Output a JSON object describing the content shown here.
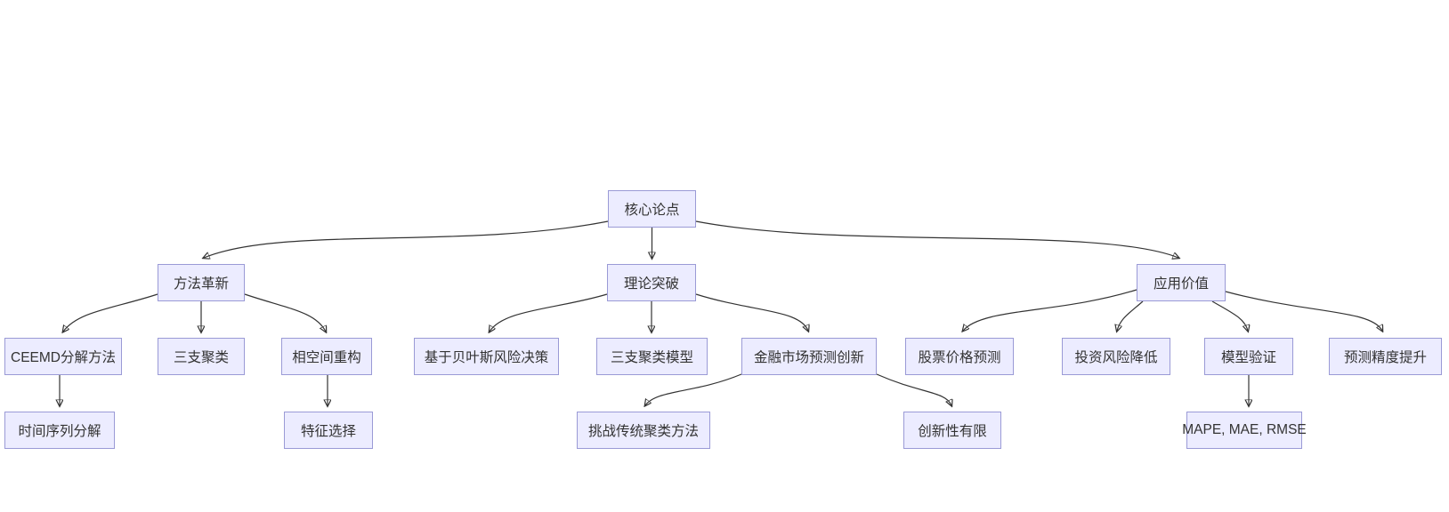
{
  "diagram": {
    "type": "flowchart-tree",
    "background_color": "#FFFFFF",
    "node_fill_color": "#ECECFF",
    "node_border_color": "#9A9AD6",
    "edge_color": "#333333",
    "text_color": "#333333",
    "nodes": {
      "core": {
        "label": "核心论点"
      },
      "method": {
        "label": "方法革新"
      },
      "theory": {
        "label": "理论突破"
      },
      "application": {
        "label": "应用价值"
      },
      "ceemd": {
        "label": "CEEMD分解方法"
      },
      "three_way": {
        "label": "三支聚类"
      },
      "phase_space": {
        "label": "相空间重构"
      },
      "bayes": {
        "label": "基于贝叶斯风险决策"
      },
      "twc_model": {
        "label": "三支聚类模型"
      },
      "fin_innovation": {
        "label": "金融市场预测创新"
      },
      "stock": {
        "label": "股票价格预测"
      },
      "risk": {
        "label": "投资风险降低"
      },
      "validation": {
        "label": "模型验证"
      },
      "accuracy": {
        "label": "预测精度提升"
      },
      "ts_decomp": {
        "label": "时间序列分解"
      },
      "feature": {
        "label": "特征选择"
      },
      "challenge": {
        "label": "挑战传统聚类方法"
      },
      "limited": {
        "label": "创新性有限"
      },
      "metrics": {
        "label": "MAPE, MAE, RMSE"
      }
    },
    "edges": [
      {
        "from": "核心论点",
        "to": "方法革新"
      },
      {
        "from": "核心论点",
        "to": "理论突破"
      },
      {
        "from": "核心论点",
        "to": "应用价值"
      },
      {
        "from": "方法革新",
        "to": "CEEMD分解方法"
      },
      {
        "from": "方法革新",
        "to": "三支聚类"
      },
      {
        "from": "方法革新",
        "to": "相空间重构"
      },
      {
        "from": "CEEMD分解方法",
        "to": "时间序列分解"
      },
      {
        "from": "相空间重构",
        "to": "特征选择"
      },
      {
        "from": "理论突破",
        "to": "基于贝叶斯风险决策"
      },
      {
        "from": "理论突破",
        "to": "三支聚类模型"
      },
      {
        "from": "理论突破",
        "to": "金融市场预测创新"
      },
      {
        "from": "金融市场预测创新",
        "to": "挑战传统聚类方法"
      },
      {
        "from": "金融市场预测创新",
        "to": "创新性有限"
      },
      {
        "from": "应用价值",
        "to": "股票价格预测"
      },
      {
        "from": "应用价值",
        "to": "投资风险降低"
      },
      {
        "from": "应用价值",
        "to": "模型验证"
      },
      {
        "from": "应用价值",
        "to": "预测精度提升"
      },
      {
        "from": "模型验证",
        "to": "MAPE, MAE, RMSE"
      }
    ]
  }
}
